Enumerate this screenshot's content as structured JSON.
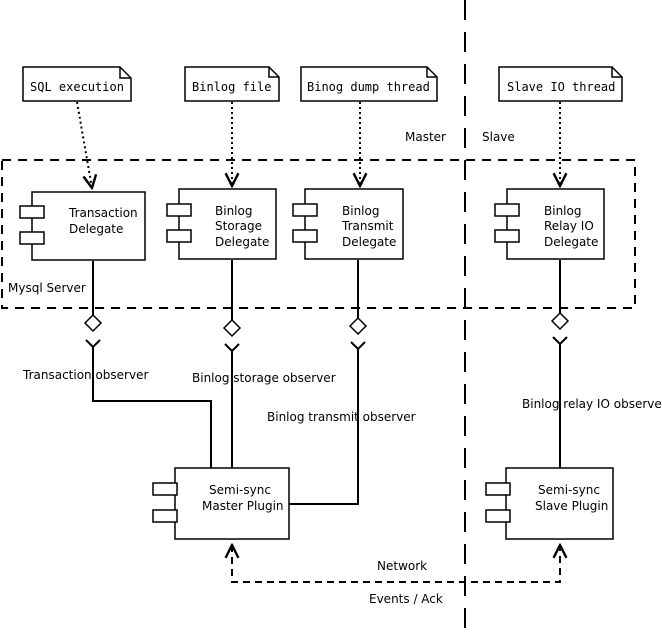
{
  "notes": {
    "sql": "SQL execution",
    "binlog_file": "Binlog file",
    "dump_thread": "Binog dump thread",
    "slave_io": "Slave IO thread"
  },
  "regions": {
    "master": "Master",
    "slave": "Slave",
    "server": "Mysql Server"
  },
  "components": {
    "transaction": [
      "Transaction",
      "Delegate"
    ],
    "storage": [
      "Binlog",
      "Storage",
      "Delegate"
    ],
    "transmit": [
      "Binlog",
      "Transmit",
      "Delegate"
    ],
    "relay": [
      "Binlog",
      "Relay IO",
      "Delegate"
    ],
    "master_plugin": [
      "Semi-sync",
      "Master Plugin"
    ],
    "slave_plugin": [
      "Semi-sync",
      "Slave Plugin"
    ]
  },
  "observers": {
    "transaction": "Transaction observer",
    "storage": "Binlog storage observer",
    "transmit": "Binlog transmit observer",
    "relay": "Binlog relay IO observer"
  },
  "network": {
    "label": "Network",
    "events": "Events / Ack"
  }
}
